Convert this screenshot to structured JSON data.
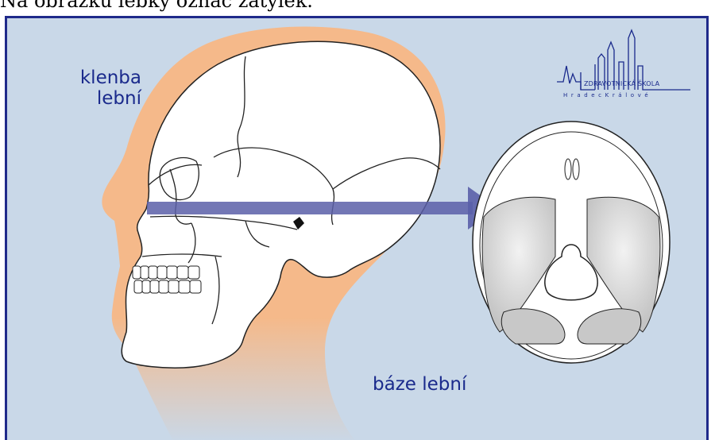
{
  "question": "Na obrázku lebky označ zátylek.",
  "labels": {
    "klenba": "klenba\nlební",
    "baze": "báze lební"
  },
  "logo": {
    "line1": "ZDRAVOTNICKÁ ŠKOLA",
    "line2": "HradecKrálové"
  },
  "colors": {
    "background": "#c9d8e8",
    "border": "#1f2a8a",
    "skin": "#f5b98a",
    "arrow": "#5a5fa8",
    "label": "#1a2a8c"
  }
}
